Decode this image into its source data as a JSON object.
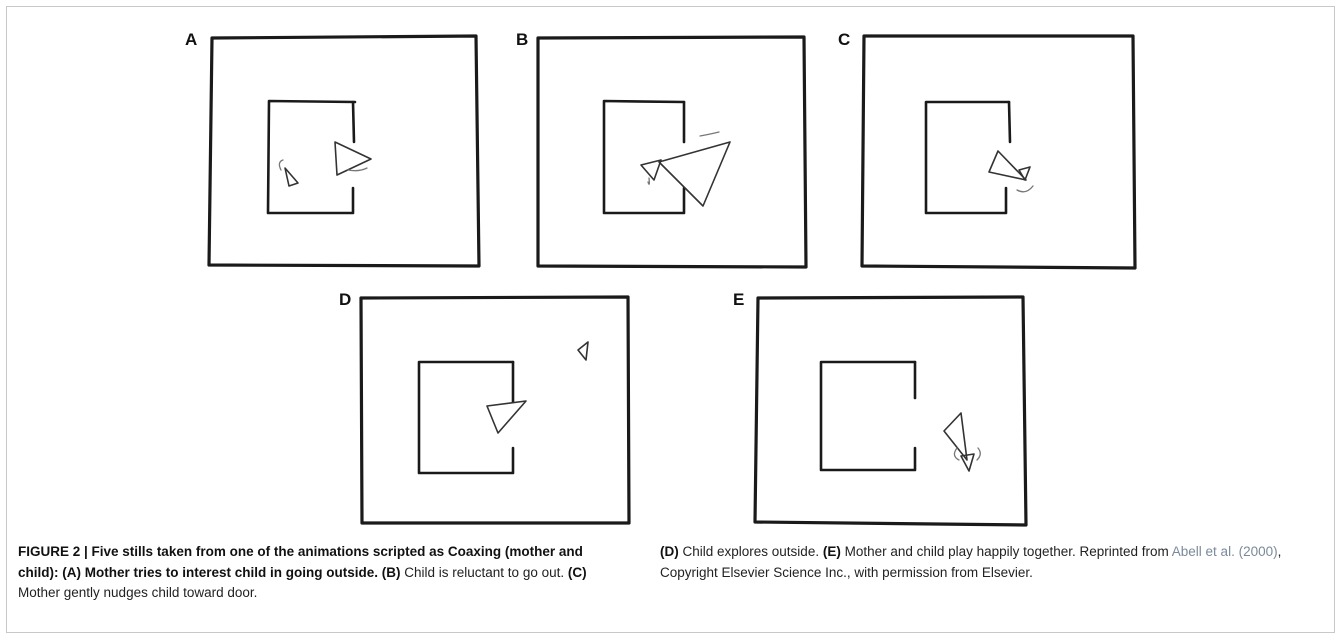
{
  "panels": [
    {
      "letter": "A"
    },
    {
      "letter": "B"
    },
    {
      "letter": "C"
    },
    {
      "letter": "D"
    },
    {
      "letter": "E"
    }
  ],
  "caption": {
    "figure_label": "FIGURE 2 | Five stills taken from one of the animations scripted as Coaxing (mother and child): ",
    "a_label": "(A)",
    "a_text": " Mother tries to interest child in going outside. ",
    "b_label": "(B)",
    "b_text": " Child is reluctant to go out. ",
    "c_label": "(C)",
    "c_text": " Mother gently nudges child toward door. ",
    "d_label": "(D)",
    "d_text": " Child explores outside. ",
    "e_label": "(E)",
    "e_text": " Mother and child play happily together. Reprinted from ",
    "ref_link": "Abell et al. (2000)",
    "ref_rest": ", Copyright Elsevier Science Inc., with permission from Elsevier."
  }
}
